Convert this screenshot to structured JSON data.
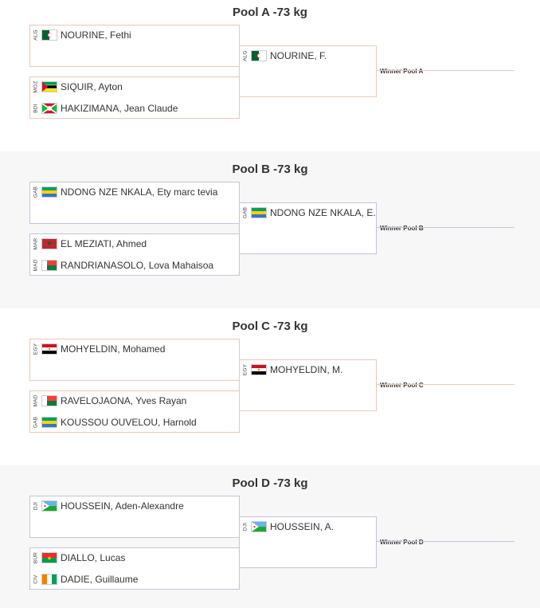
{
  "colors": {
    "poolA": "#e8c9b8",
    "poolB": "#c3c3de",
    "poolC": "#e8c9b8",
    "poolD": "#c3c3de"
  },
  "pools": [
    {
      "title": "Pool A -73 kg",
      "match1": {
        "top": {
          "code": "ALG",
          "flag": "algeria-flag",
          "name": "NOURINE, Fethi"
        }
      },
      "match2": {
        "top": {
          "code": "MOZ",
          "flag": "mozambique-flag",
          "name": "SIQUIR, Ayton"
        },
        "bottom": {
          "code": "BDI",
          "flag": "burundi-flag",
          "name": "HAKIZIMANA, Jean Claude"
        }
      },
      "final": {
        "code": "ALG",
        "flag": "algeria-flag",
        "name": "NOURINE, F."
      },
      "winner_label": "Winner Pool A"
    },
    {
      "title": "Pool B -73 kg",
      "match1": {
        "top": {
          "code": "GAB",
          "flag": "gabon-flag",
          "name": "NDONG NZE NKALA, Ety marc tevia"
        }
      },
      "match2": {
        "top": {
          "code": "MAR",
          "flag": "morocco-flag",
          "name": "EL MEZIATI, Ahmed"
        },
        "bottom": {
          "code": "MAD",
          "flag": "madagascar-flag",
          "name": "RANDRIANASOLO, Lova Mahaisoa"
        }
      },
      "final": {
        "code": "GAB",
        "flag": "gabon-flag",
        "name": "NDONG NZE NKALA, E."
      },
      "winner_label": "Winner Pool B"
    },
    {
      "title": "Pool C -73 kg",
      "match1": {
        "top": {
          "code": "EGY",
          "flag": "egypt-flag",
          "name": "MOHYELDIN, Mohamed"
        }
      },
      "match2": {
        "top": {
          "code": "MAD",
          "flag": "madagascar-flag",
          "name": "RAVELOJAONA, Yves Rayan"
        },
        "bottom": {
          "code": "GAB",
          "flag": "gabon-flag",
          "name": "KOUSSOU OUVELOU, Harnold"
        }
      },
      "final": {
        "code": "EGY",
        "flag": "egypt-flag",
        "name": "MOHYELDIN, M."
      },
      "winner_label": "Winner Pool C"
    },
    {
      "title": "Pool D -73 kg",
      "match1": {
        "top": {
          "code": "DJI",
          "flag": "djibouti-flag",
          "name": "HOUSSEIN, Aden-Alexandre"
        }
      },
      "match2": {
        "top": {
          "code": "BUR",
          "flag": "burkina-faso-flag",
          "name": "DIALLO, Lucas"
        },
        "bottom": {
          "code": "CIV",
          "flag": "ivory-coast-flag",
          "name": "DADIE, Guillaume"
        }
      },
      "final": {
        "code": "DJI",
        "flag": "djibouti-flag",
        "name": "HOUSSEIN, A."
      },
      "winner_label": "Winner Pool D"
    }
  ]
}
